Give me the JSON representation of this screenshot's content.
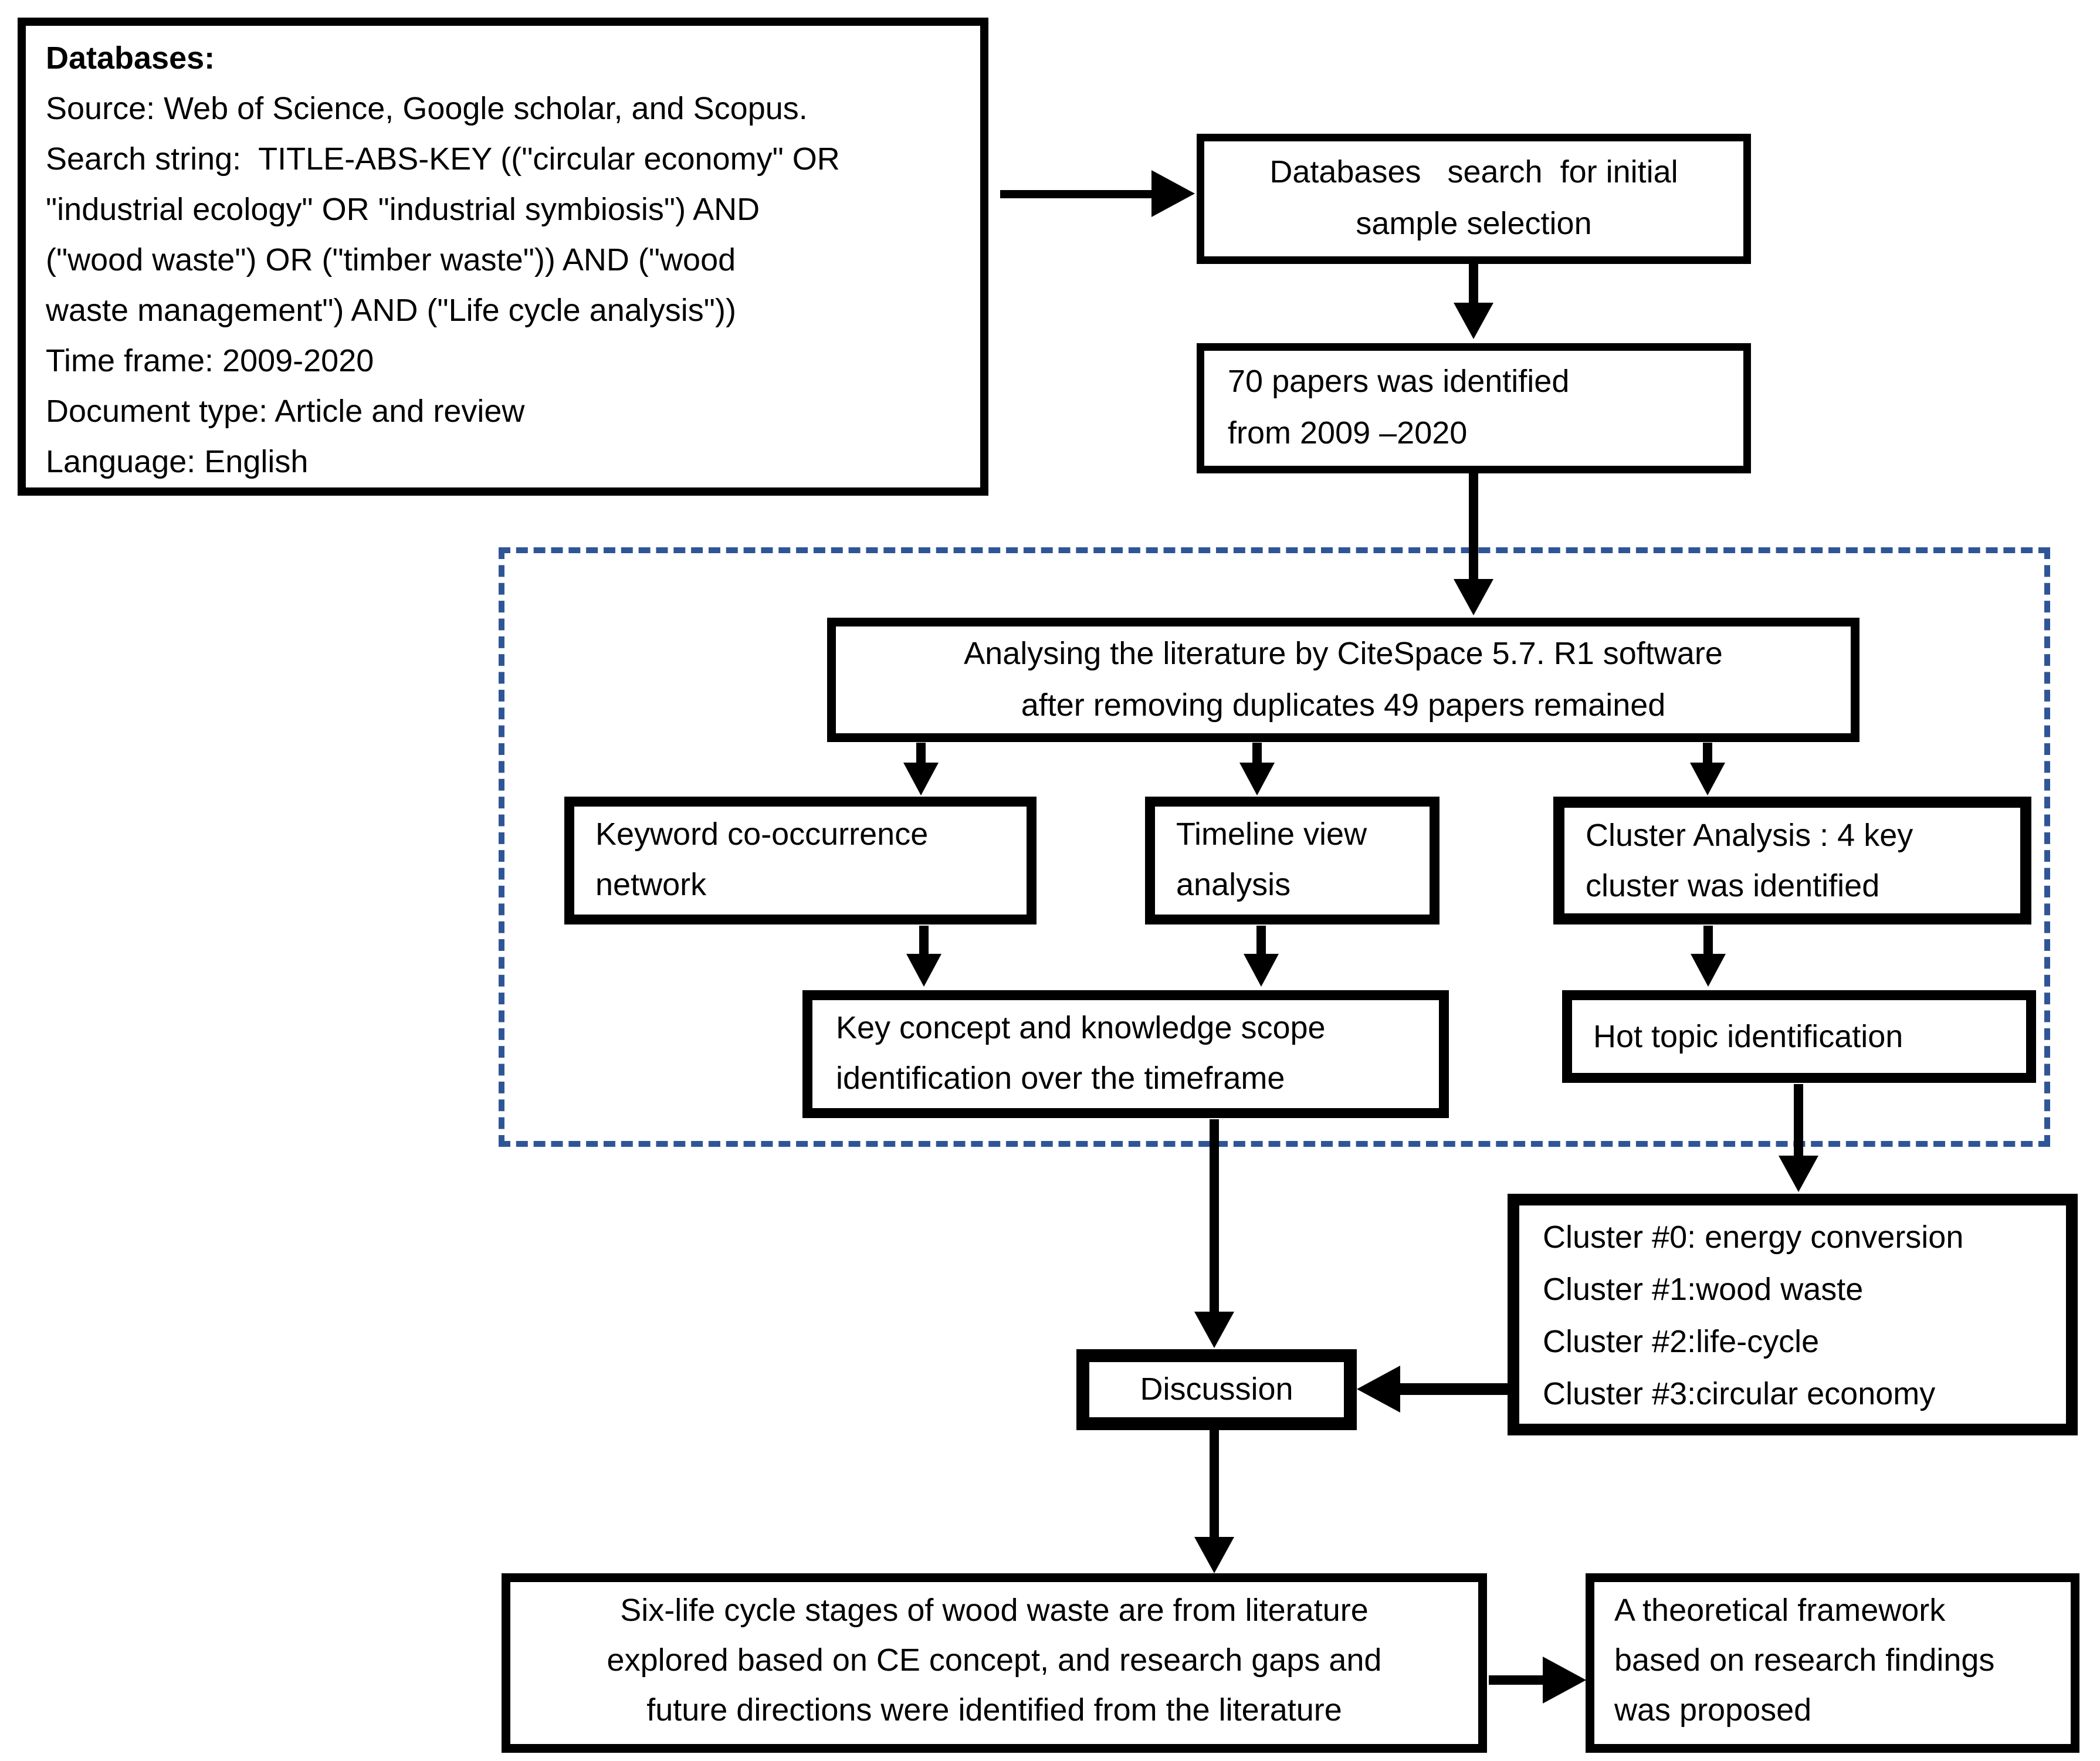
{
  "diagram": {
    "boxes": {
      "criteria": {
        "lines": [
          "Databases:",
          "Source: Web of Science, Google scholar, and Scopus.",
          "Search string:  TITLE-ABS-KEY ((\"circular economy\" OR",
          "\"industrial ecology\" OR \"industrial symbiosis\") AND",
          "(\"wood waste\") OR (\"timber waste\")) AND (\"wood",
          "waste management\") AND (\"Life cycle analysis\"))",
          "Time frame: 2009-2020",
          "Document type: Article and review",
          "Language: English"
        ]
      },
      "database_search": {
        "lines": [
          "Databases   search  for initial",
          "sample selection"
        ]
      },
      "papers_identified": {
        "lines": [
          "70 papers was identified",
          "from 2009 –2020"
        ]
      },
      "citespace": {
        "lines": [
          "Analysing the literature by CiteSpace 5.7. R1 software",
          "after removing duplicates 49 papers remained"
        ]
      },
      "keyword_network": {
        "lines": [
          "Keyword co-occurrence",
          "network"
        ]
      },
      "timeline_view": {
        "lines": [
          "Timeline view",
          "analysis"
        ]
      },
      "cluster_analysis": {
        "lines": [
          "Cluster Analysis : 4 key",
          "cluster was identified"
        ]
      },
      "key_concept": {
        "lines": [
          "Key concept and knowledge scope",
          "identification over the timeframe"
        ]
      },
      "hot_topic": {
        "lines": [
          "Hot topic identification"
        ]
      },
      "clusters": {
        "lines": [
          "Cluster #0: energy conversion",
          "Cluster #1:wood waste",
          "Cluster #2:life-cycle",
          "Cluster #3:circular economy"
        ]
      },
      "discussion": {
        "lines": [
          "Discussion"
        ]
      },
      "six_life_stages": {
        "lines": [
          "Six-life cycle stages of wood waste are from literature",
          "explored based on CE concept, and research gaps and",
          "future directions were identified from the literature"
        ]
      },
      "framework": {
        "lines": [
          "A theoretical framework",
          "based on research findings",
          "was proposed"
        ]
      }
    },
    "colors": {
      "box_border": "#000000",
      "dashed_border": "#2F5597",
      "text": "#000000",
      "background": "#FFFFFF"
    }
  }
}
